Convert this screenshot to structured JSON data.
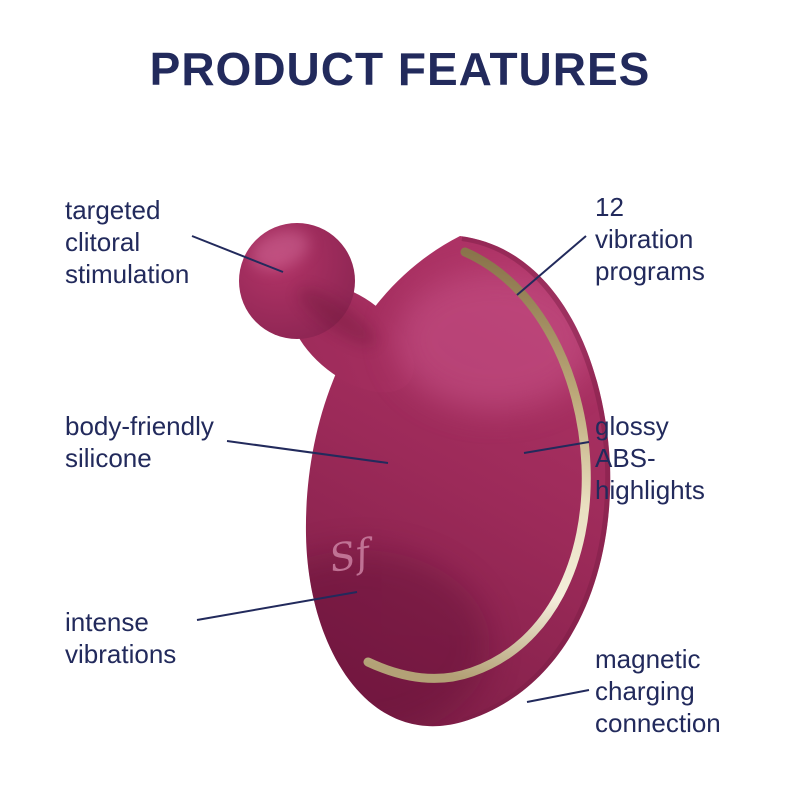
{
  "title": "PRODUCT FEATURES",
  "colors": {
    "text_navy": "#222a5c",
    "body_berry": "#9c2a59",
    "highlight_gold": "#cdb788",
    "background": "#ffffff"
  },
  "product": {
    "logo": "Sf"
  },
  "features": [
    {
      "id": "targeted-clitoral-stimulation",
      "label": "targeted\nclitoral\nstimulation",
      "side": "left"
    },
    {
      "id": "vibration-programs",
      "label": "12\nvibration\nprograms",
      "side": "right"
    },
    {
      "id": "body-friendly-silicone",
      "label": "body-friendly\nsilicone",
      "side": "left"
    },
    {
      "id": "glossy-abs-highlights",
      "label": "glossy\nABS-\nhighlights",
      "side": "right"
    },
    {
      "id": "intense-vibrations",
      "label": "intense\nvibrations",
      "side": "left"
    },
    {
      "id": "magnetic-charging-connection",
      "label": "magnetic\ncharging\nconnection",
      "side": "right"
    }
  ]
}
